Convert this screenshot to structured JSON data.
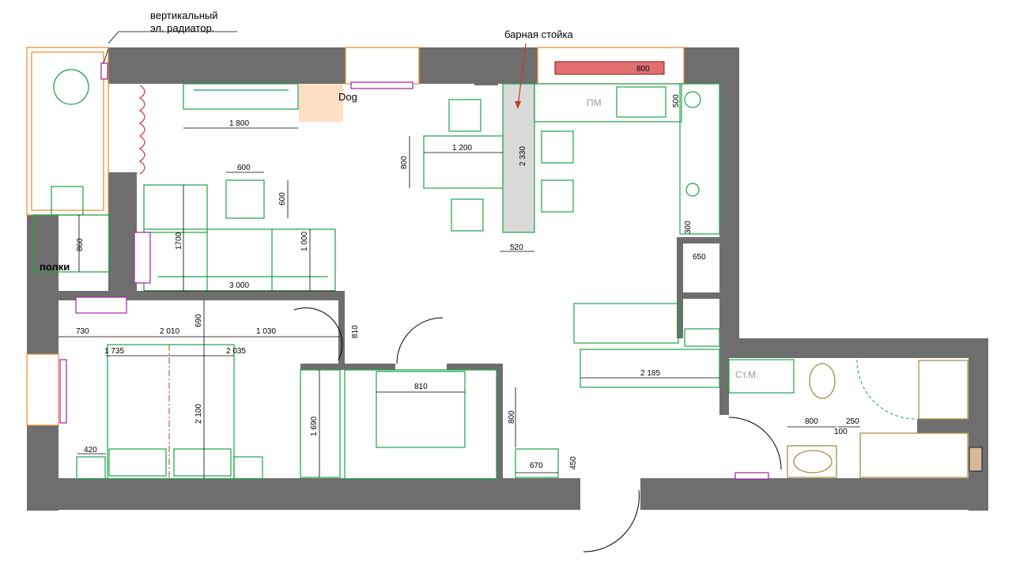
{
  "annotations": {
    "radiator_line1": "вертикальный",
    "radiator_line2": "эл. радиатор.",
    "bar_counter": "барная стойка",
    "dog": "Dog",
    "shelves": "полки",
    "dishwasher": "ПМ",
    "washer": "Ст.М."
  },
  "dimensions": {
    "tv_width": "1 800",
    "pouf_width": "600",
    "pouf_depth": "600",
    "sofa_width": "3 000",
    "sofa_depth_1700": "1700",
    "sofa_depth_1000": "1 000",
    "dining_width": "1 200",
    "dining_depth": "800",
    "bar_length": "2 330",
    "bar_depth": "520",
    "hob_width": "800",
    "sink_depth": "500",
    "fridge_depth": "300",
    "cabinet_650": "650",
    "desk_860": "860",
    "bed_730": "730",
    "bed_2010": "2 010",
    "bed_1030": "1 030",
    "bed_690": "690",
    "bed_810": "810",
    "bed_1735": "1 735",
    "bed_2035": "2 035",
    "bed_2100": "2 100",
    "bed_420": "420",
    "wardrobe_1690": "1 690",
    "door_810": "810",
    "wardrobe_800": "800",
    "shoe_670": "670",
    "door_450": "450",
    "hall_2185": "2 185",
    "bath_800": "800",
    "bath_250": "250",
    "bath_100": "100"
  },
  "colors": {
    "wall": "#6e6e6e",
    "furniture": "#1aa34a",
    "window": "#e88a2a",
    "radiator": "#a31fa3",
    "plumbing": "#a68f4a",
    "bar_counter_fill": "#d9d9d9",
    "dog_fill": "#fde0c4",
    "hob_fill": "#e07070"
  }
}
